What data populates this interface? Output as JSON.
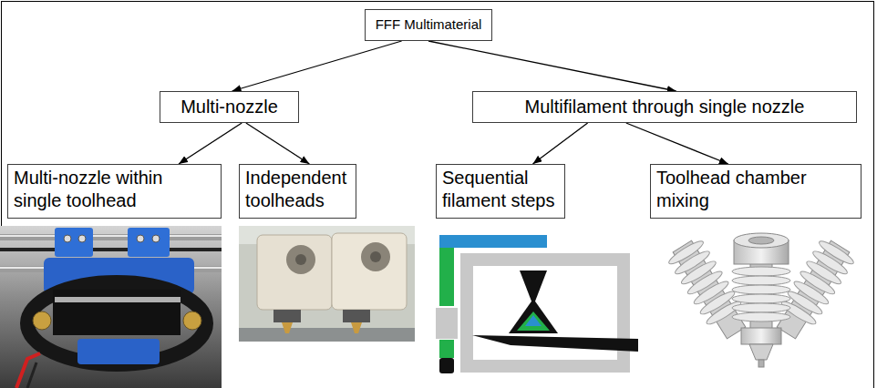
{
  "diagram": {
    "nodes": [
      {
        "text": [
          "FFF Multimaterial"
        ]
      },
      {
        "text": [
          "Multi-nozzle"
        ]
      },
      {
        "text": [
          "Multifilament through single nozzle"
        ]
      },
      {
        "text": [
          "Multi-nozzle within single toolhead"
        ]
      },
      {
        "text": [
          "Independent toolheads"
        ]
      },
      {
        "text": [
          "Sequential filament steps"
        ]
      },
      {
        "text": [
          "Toolhead chamber mixing"
        ]
      }
    ],
    "edges": [
      {
        "from": 0,
        "to": 1,
        "arrow": "to"
      },
      {
        "from": 0,
        "to": 2,
        "arrow": "to"
      },
      {
        "from": 1,
        "to": 3,
        "arrow": "to"
      },
      {
        "from": 1,
        "to": 4,
        "arrow": "to"
      },
      {
        "from": 2,
        "to": 5,
        "arrow": "to"
      },
      {
        "from": 2,
        "to": 6,
        "arrow": "to"
      }
    ]
  }
}
